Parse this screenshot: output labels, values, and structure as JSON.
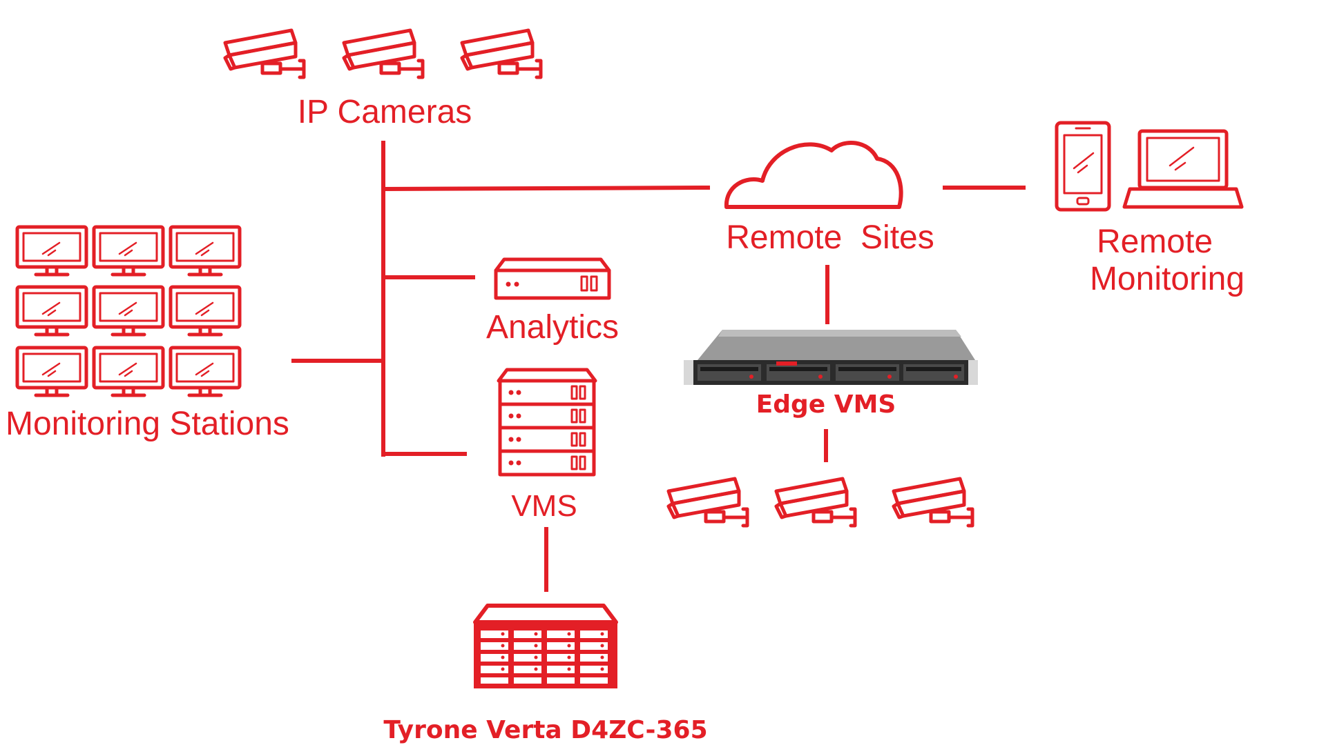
{
  "colors": {
    "accent": "#e31f26",
    "server_body": "#2b2b2b",
    "server_top": "#8e8e8e",
    "background": "#ffffff"
  },
  "labels": {
    "ip_cameras": "IP Cameras",
    "monitoring_stations": "Monitoring Stations",
    "analytics": "Analytics",
    "vms": "VMS",
    "remote_sites": "Remote  Sites",
    "remote_monitoring_line1": "Remote",
    "remote_monitoring_line2": "Monitoring",
    "edge_vms": "Edge VMS",
    "storage": "Tyrone Verta D4ZC-365"
  },
  "icons": {
    "camera": "cctv-camera-icon",
    "monitor": "monitor-icon",
    "analytics": "analytics-appliance-icon",
    "vms": "vms-server-stack-icon",
    "cloud": "cloud-icon",
    "phone": "smartphone-icon",
    "laptop": "laptop-icon",
    "edge_server": "rack-server-image",
    "storage": "storage-array-icon"
  }
}
